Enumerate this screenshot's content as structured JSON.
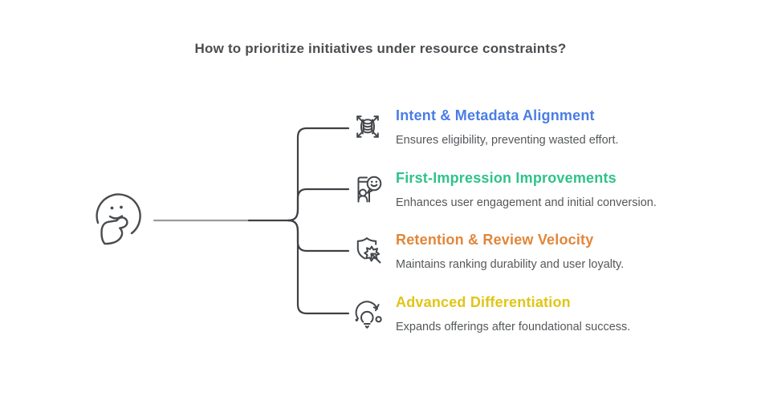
{
  "title": "How to prioritize initiatives under resource constraints?",
  "center_figure": {
    "icon": "thinking-face-icon",
    "description": "outlined thinking face emoji with hand on chin"
  },
  "branches": [
    {
      "icon": "database-expand-icon",
      "heading": "Intent & Metadata Alignment",
      "description": "Ensures eligibility, preventing wasted effort.",
      "color": "#4a7de5"
    },
    {
      "icon": "phone-user-smiley-icon",
      "heading": "First-Impression Improvements",
      "description": "Enhances user engagement and initial conversion.",
      "color": "#2fc389"
    },
    {
      "icon": "shield-star-click-icon",
      "heading": "Retention & Review Velocity",
      "description": "Maintains ranking durability and user loyalty.",
      "color": "#e28638"
    },
    {
      "icon": "lightbulb-iterate-icon",
      "heading": "Advanced Differentiation",
      "description": "Expands offerings after foundational success.",
      "color": "#e0c516"
    }
  ],
  "colors": {
    "background": "#ffffff",
    "title_text": "#4b4e51",
    "description_text": "#55585b",
    "line_dark": "#3e4144",
    "line_light": "#9c9c9c",
    "icon_stroke": "#43464a"
  }
}
